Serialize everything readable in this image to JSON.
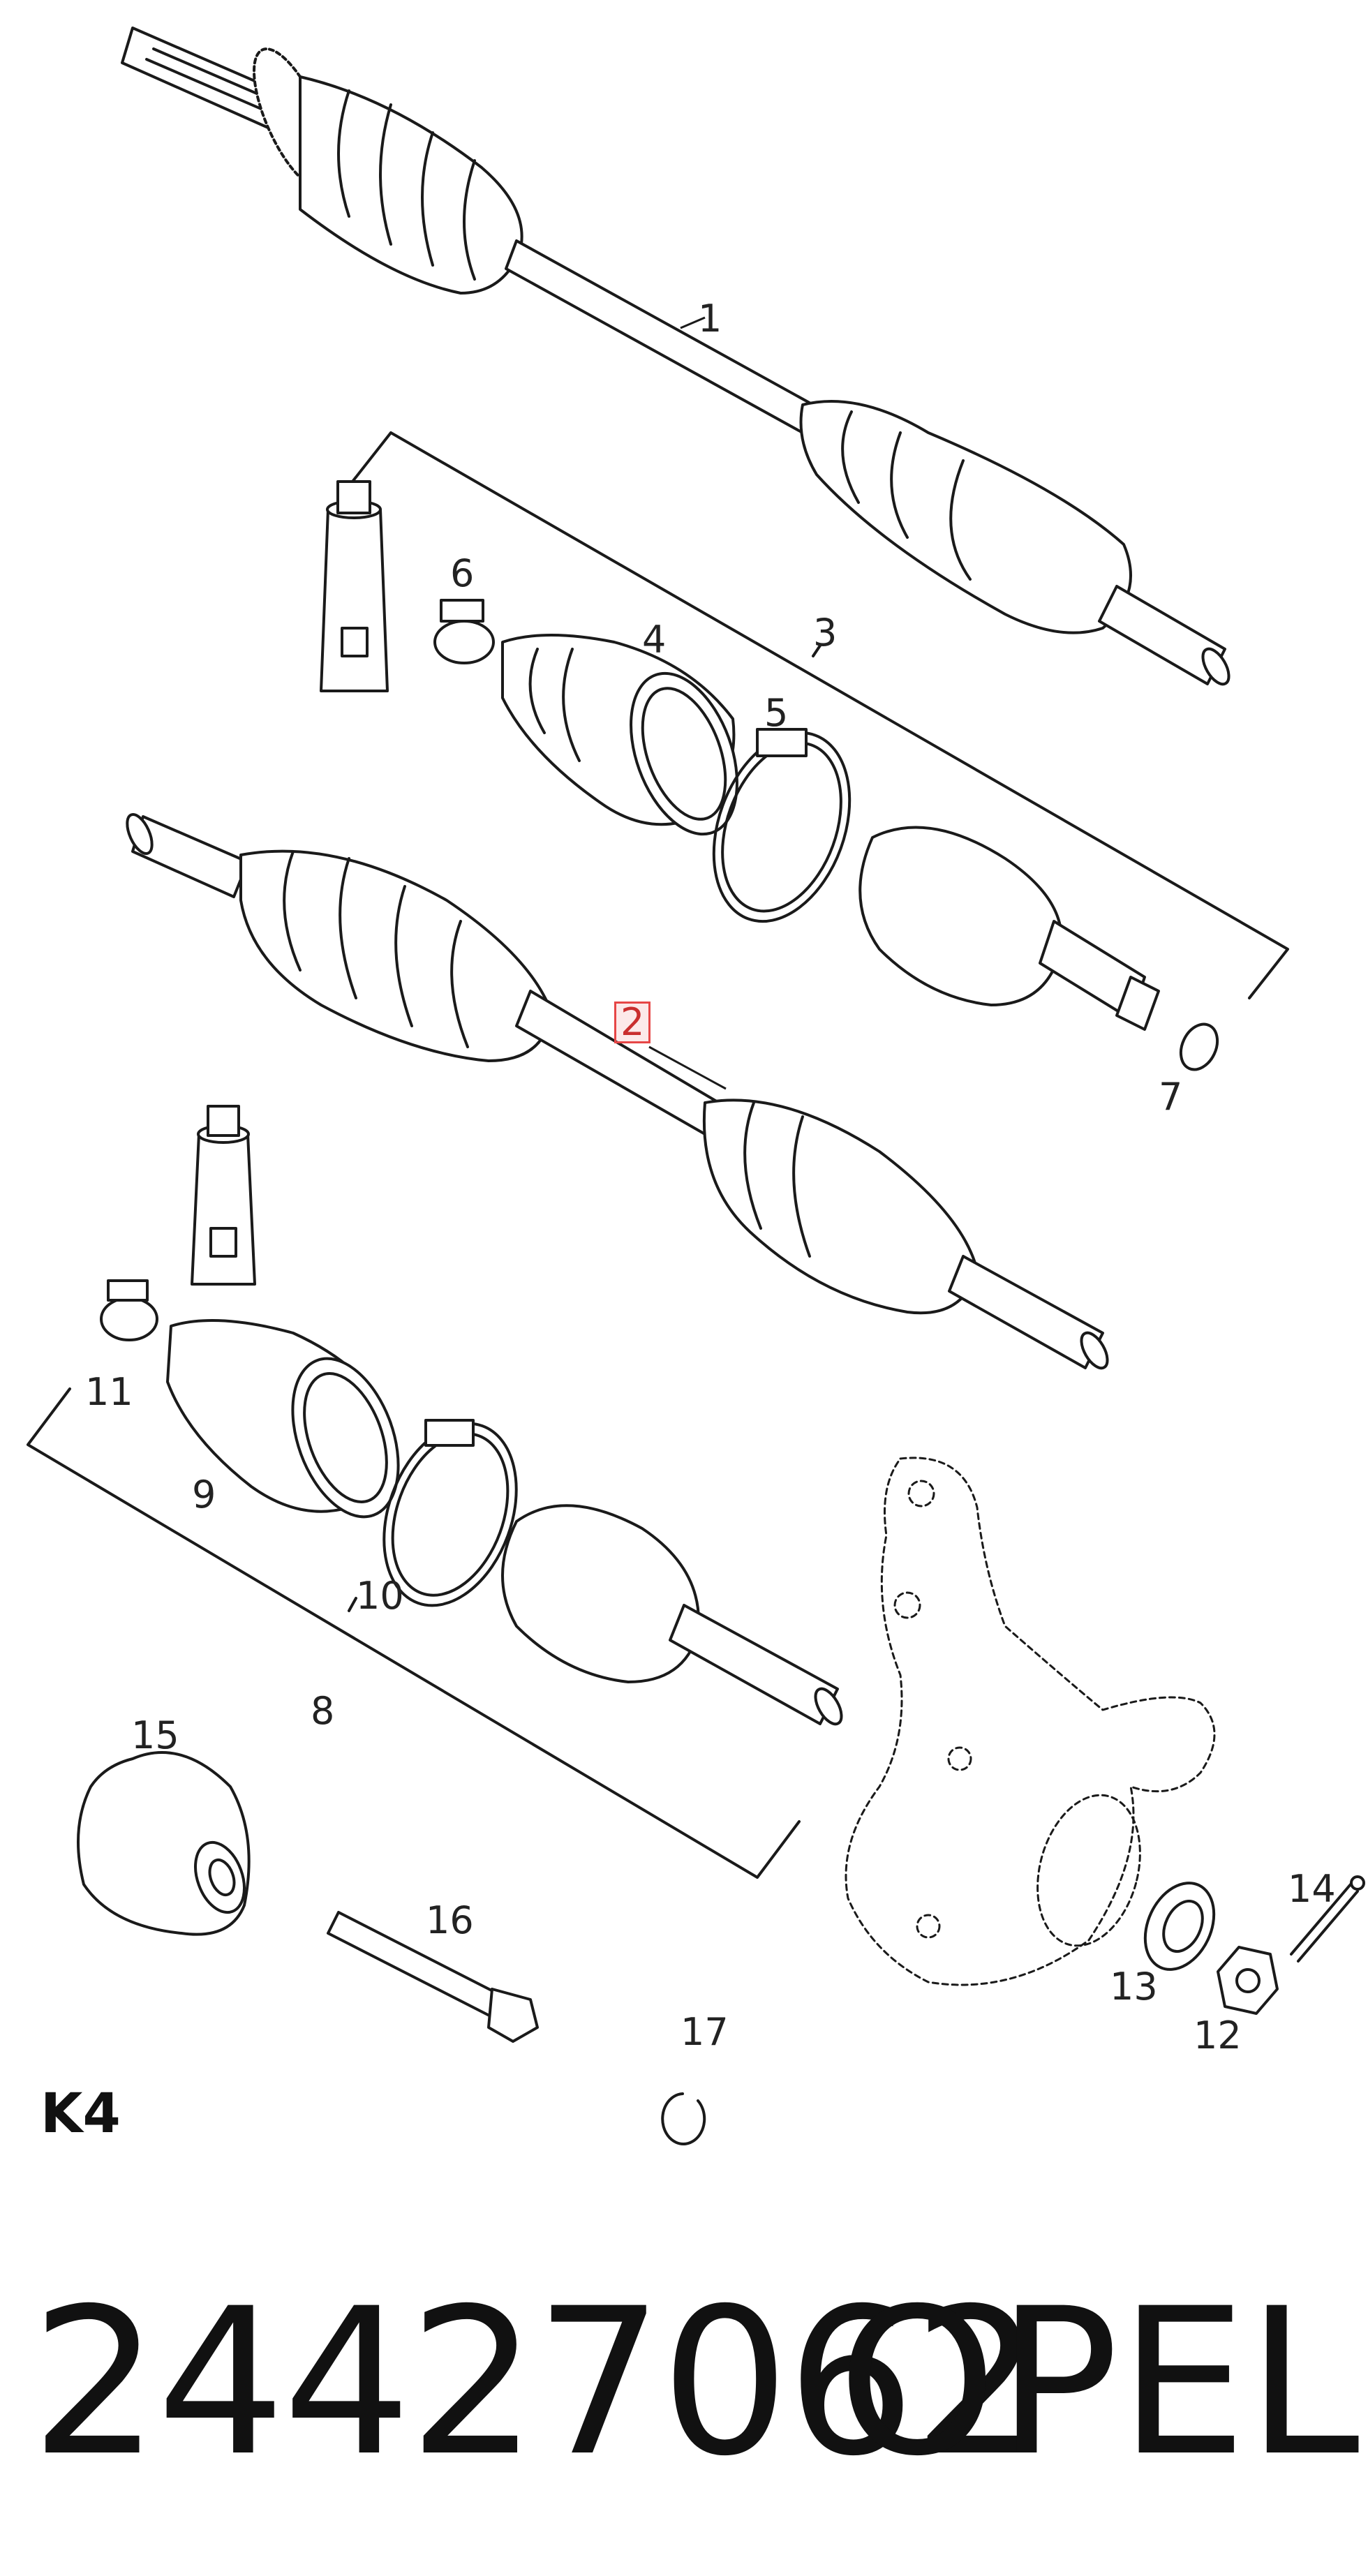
{
  "group_code": "K4",
  "footer": {
    "part_number": "24427062",
    "brand": "OPEL"
  },
  "callouts": [
    {
      "id": "1",
      "label": "1",
      "highlighted": false
    },
    {
      "id": "2",
      "label": "2",
      "highlighted": true
    },
    {
      "id": "3",
      "label": "3",
      "highlighted": false
    },
    {
      "id": "4",
      "label": "4",
      "highlighted": false
    },
    {
      "id": "5",
      "label": "5",
      "highlighted": false
    },
    {
      "id": "6",
      "label": "6",
      "highlighted": false
    },
    {
      "id": "7",
      "label": "7",
      "highlighted": false
    },
    {
      "id": "8",
      "label": "8",
      "highlighted": false
    },
    {
      "id": "9",
      "label": "9",
      "highlighted": false
    },
    {
      "id": "10",
      "label": "10",
      "highlighted": false
    },
    {
      "id": "11",
      "label": "11",
      "highlighted": false
    },
    {
      "id": "12",
      "label": "12",
      "highlighted": false
    },
    {
      "id": "13",
      "label": "13",
      "highlighted": false
    },
    {
      "id": "14",
      "label": "14",
      "highlighted": false
    },
    {
      "id": "15",
      "label": "15",
      "highlighted": false
    },
    {
      "id": "16",
      "label": "16",
      "highlighted": false
    },
    {
      "id": "17",
      "label": "17",
      "highlighted": false
    }
  ]
}
